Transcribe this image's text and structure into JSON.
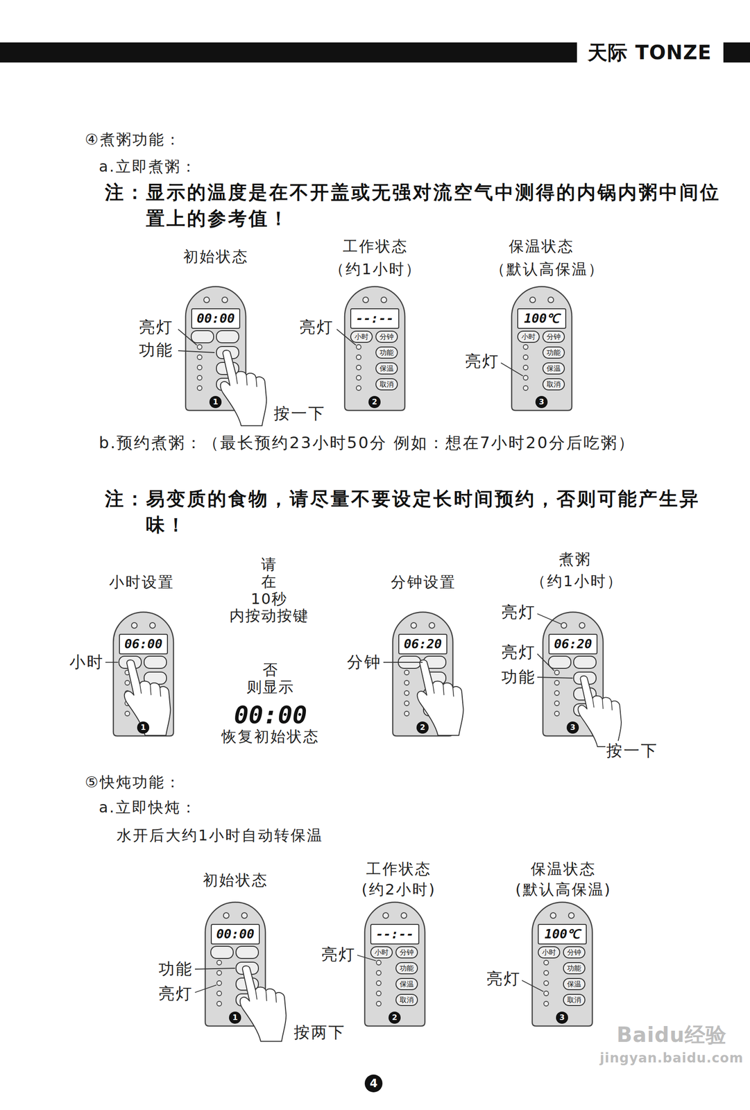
{
  "diagram": {
    "nodes": [
      {
        "text": [
          "00:00",
          "1"
        ]
      },
      {
        "text": [
          "--:--",
          "2"
        ]
      },
      {
        "text": [
          "小时"
        ],
        "in": 1
      },
      {
        "text": [
          "分钟"
        ],
        "in": 1
      },
      {
        "text": [
          "功能"
        ],
        "in": 1
      },
      {
        "text": [
          "保温"
        ],
        "in": 1
      },
      {
        "text": [
          "取消"
        ],
        "in": 1
      },
      {
        "text": [
          "100℃",
          "3"
        ]
      },
      {
        "text": [
          "小时"
        ],
        "in": 7
      },
      {
        "text": [
          "分钟"
        ],
        "in": 7
      },
      {
        "text": [
          "功能"
        ],
        "in": 7
      },
      {
        "text": [
          "保温"
        ],
        "in": 7
      },
      {
        "text": [
          "取消"
        ],
        "in": 7
      },
      {
        "text": [
          "06:00",
          "1"
        ]
      },
      {
        "text": [
          "06:20",
          "2"
        ]
      },
      {
        "text": [
          "06:20",
          "3"
        ]
      },
      {
        "text": [
          "00:00",
          "1"
        ]
      },
      {
        "text": [
          "--:--",
          "2"
        ]
      },
      {
        "text": [
          "小时"
        ],
        "in": 17
      },
      {
        "text": [
          "分钟"
        ],
        "in": 17
      },
      {
        "text": [
          "功能"
        ],
        "in": 17
      },
      {
        "text": [
          "保温"
        ],
        "in": 17
      },
      {
        "text": [
          "取消"
        ],
        "in": 17
      },
      {
        "text": [
          "100℃",
          "3"
        ]
      },
      {
        "text": [
          "小时"
        ],
        "in": 23
      },
      {
        "text": [
          "分钟"
        ],
        "in": 23
      },
      {
        "text": [
          "功能"
        ],
        "in": 23
      },
      {
        "text": [
          "保温"
        ],
        "in": 23
      },
      {
        "text": [
          "取消"
        ],
        "in": 23
      }
    ],
    "labels": [
      "天际 TONZE",
      "④煮粥功能：",
      "a.立即煮粥：",
      "注：显示的温度是在不开盖或无强对流空气中测得的内锅内粥中间位置上的参考值！",
      "初始状态",
      "工作状态",
      "（约1小时）",
      "保温状态",
      "（默认高保温）",
      "亮灯",
      "功能",
      "按一下",
      "亮灯",
      "亮灯",
      "b.预约煮粥：（最长预约23小时50分 例如：想在7小时20分后吃粥）",
      "注：易变质的食物，请尽量不要设定长时间预约，否则可能产生异味！",
      "小时设置",
      "请 在 10秒 内按动按键",
      "否 则显示",
      "00:00",
      "恢复初始状态",
      "分钟设置",
      "煮粥",
      "（约1小时）",
      "小时",
      "分钟",
      "亮灯",
      "亮灯",
      "功能",
      "按一下",
      "⑤快炖功能：",
      "a.立即快炖：",
      "水开后大约1小时自动转保温",
      "初始状态",
      "工作状态",
      "(约2小时)",
      "保温状态",
      "(默认高保温)",
      "功能",
      "亮灯",
      "按两下",
      "亮灯",
      "亮灯",
      "4",
      "Baidu经验",
      "jingyan.baidu.com"
    ]
  }
}
